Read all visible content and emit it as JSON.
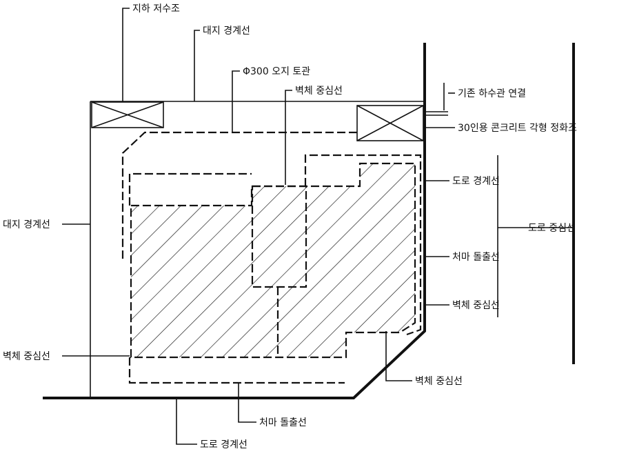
{
  "labels": {
    "underground_tank": "지하 저수조",
    "site_boundary_top": "대지 경계선",
    "pipe": "Φ300 오지 토관",
    "wall_center_top": "벽체 중심선",
    "sewer_connect": "기존 하수관 연결",
    "septic_tank": "30인용 콘크리트 각형 정화조",
    "road_boundary_right": "도로 경계선",
    "road_center": "도로 중심선",
    "eaves_right": "처마 돌출선",
    "wall_center_right": "벽체 중심선",
    "site_boundary_left": "대지 경계선",
    "wall_center_left": "벽체 중심선",
    "wall_center_bottom": "벽체 중심선",
    "eaves_bottom": "처마 돌출선",
    "road_boundary_bottom": "도로 경계선"
  },
  "colors": {
    "ink": "#111111",
    "paper": "#ffffff"
  }
}
